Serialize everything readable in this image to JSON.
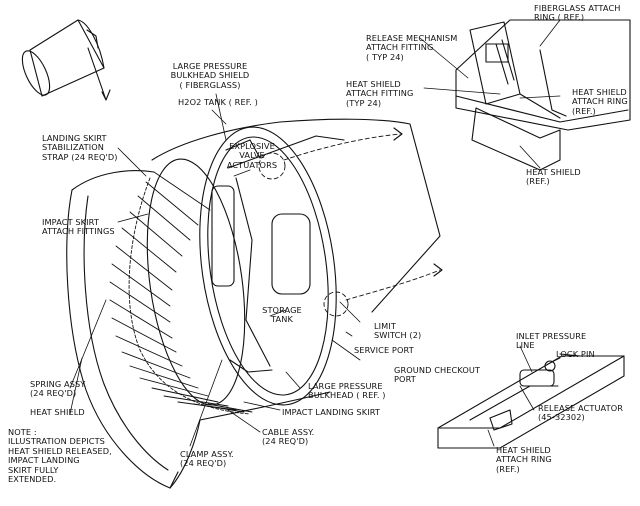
{
  "labels": {
    "large_pressure_bulkhead_shield": "LARGE PRESSURE\nBULKHEAD SHIELD\n( FIBERGLASS)",
    "h2o2_tank": "H2O2 TANK ( REF. )",
    "explosive_valve_actuators": "EXPLOSIVE\nVALVE\nACTUATORS",
    "landing_skirt_strap": "LANDING SKIRT\nSTABILIZATION\nSTRAP (24 REQ'D)",
    "impact_skirt_fittings": "IMPACT SKIRT\nATTACH FITTINGS",
    "storage_tank": "STORAGE\nTANK",
    "limit_switch": "LIMIT\nSWITCH (2)",
    "service_port": "SERVICE PORT",
    "ground_checkout_port": "GROUND CHECKOUT\nPORT",
    "large_pressure_bulkhead": "LARGE PRESSURE\nBULKHEAD ( REF. )",
    "impact_landing_skirt": "IMPACT LANDING SKIRT",
    "cable_assy": "CABLE ASSY.\n(24 REQ'D)",
    "clamp_assy": "CLAMP ASSY.\n(24 REQ'D)",
    "spring_assy": "SPRING ASSY.\n(24 REQ'D)",
    "heat_shield_main": "HEAT SHIELD",
    "note": "NOTE :\nILLUSTRATION DEPICTS\nHEAT SHIELD RELEASED,\nIMPACT LANDING\nSKIRT FULLY\nEXTENDED.",
    "release_mechanism": "RELEASE MECHANISM\nATTACH FITTING\n( TYP 24)",
    "fiberglass_attach_ring": "FIBERGLASS ATTACH\nRING ( REF.)",
    "heat_shield_attach_fitting": "HEAT SHIELD\nATTACH FITTING\n(TYP 24)",
    "heat_shield_attach_ring_top": "HEAT SHIELD\nATTACH RING\n(REF.)",
    "heat_shield_ref": "HEAT SHIELD\n(REF.)",
    "inlet_pressure_line": "INLET PRESSURE\nLINE",
    "lock_pin": "LOCK PIN",
    "release_actuator": "RELEASE ACTUATOR\n(45-32302)",
    "heat_shield_attach_ring_bottom": "HEAT SHIELD\nATTACH RING\n(REF.)"
  }
}
